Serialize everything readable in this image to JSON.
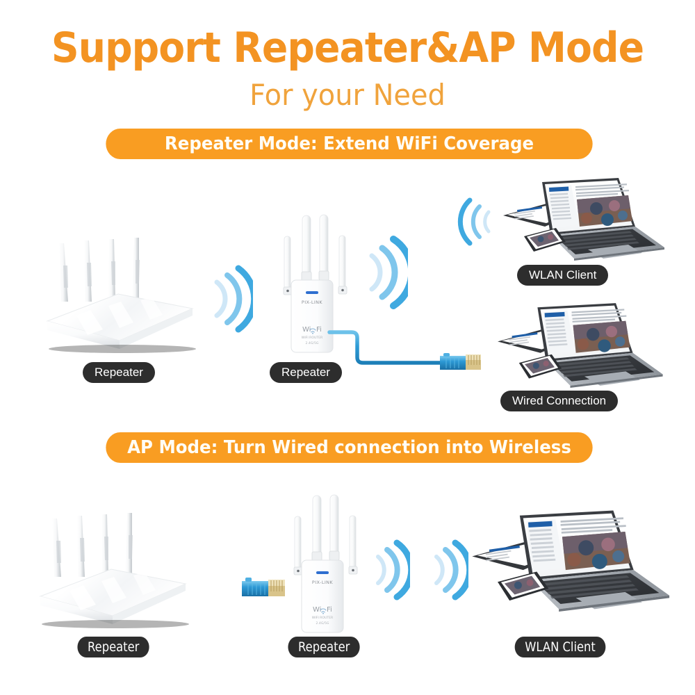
{
  "header": {
    "title": "Support Repeater&AP Mode",
    "subtitle": "For your Need"
  },
  "sections": [
    {
      "banner": "Repeater Mode: Extend WiFi Coverage",
      "captions": {
        "source_router": "Repeater",
        "extender": "Repeater",
        "wireless_client": "WLAN Client",
        "wired_client": "Wired Connection"
      }
    },
    {
      "banner": "AP Mode: Turn Wired connection into Wireless",
      "captions": {
        "source_router": "Repeater",
        "extender": "Repeater",
        "wireless_client": "WLAN Client"
      }
    }
  ],
  "device": {
    "brand": "PIX-LINK",
    "wifi_label": "Wi Fi",
    "model_line": "WIFI ROUTER",
    "band_line": "2.4G/5G"
  },
  "colors": {
    "title_orange": "#F39322",
    "subtitle_orange": "#F0A33C",
    "banner_orange": "#F99D22",
    "pill_dark": "#2D2D2D",
    "wifi_blue": "#3FA9E0",
    "wifi_blue_light": "#BFE2F5",
    "cable_blue": "#2E9BD6",
    "background": "#FFFFFF"
  }
}
